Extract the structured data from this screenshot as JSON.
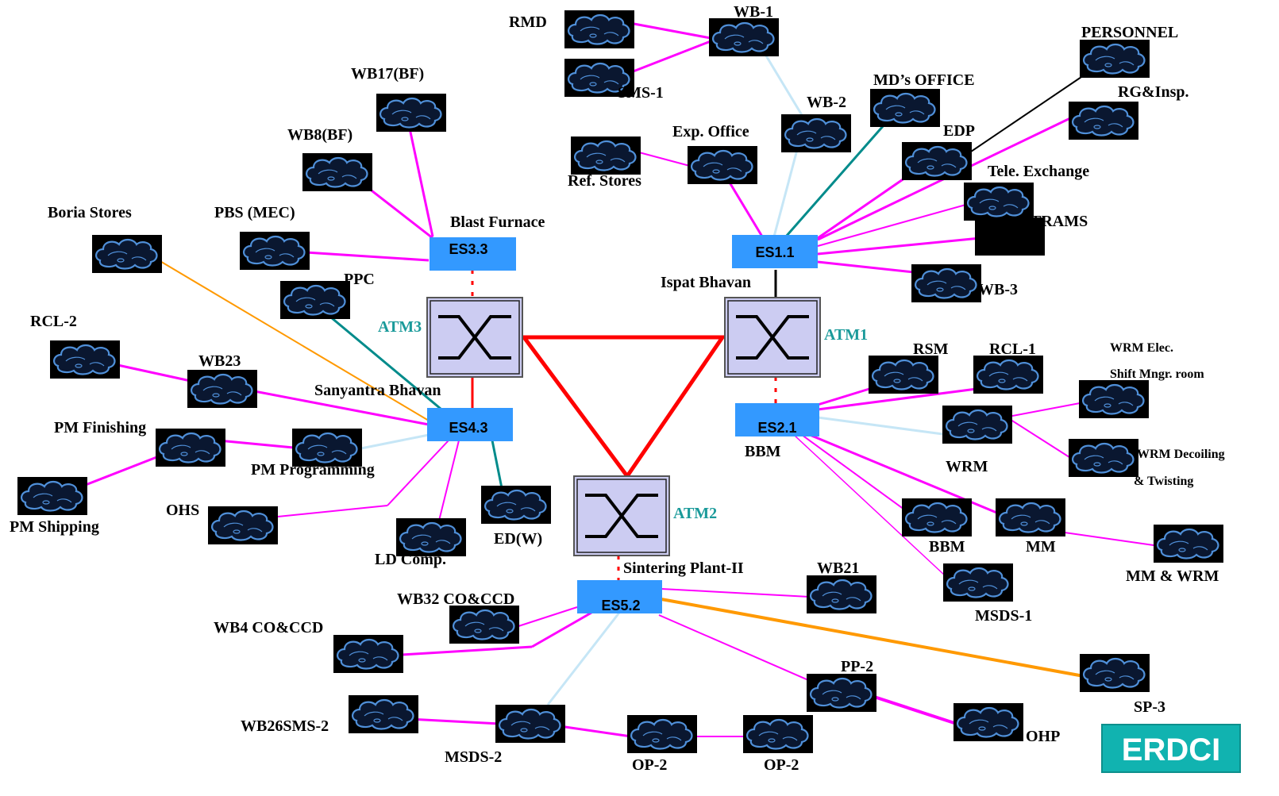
{
  "diagram": {
    "switches": {
      "atm1": "ATM1",
      "atm2": "ATM2",
      "atm3": "ATM3"
    },
    "edge_switches": {
      "es11": "ES1.1",
      "es21": "ES2.1",
      "es33": "ES3.3",
      "es43": "ES4.3",
      "es52": "ES5.2"
    },
    "site_labels": {
      "ispat_bhavan": "Ispat Bhavan",
      "blast_furnace": "Blast Furnace",
      "sanyantra_bhavan": "Sanyantra Bhavan",
      "sintering_plant": "Sintering Plant-II",
      "bbm_es": "BBM"
    },
    "nodes": {
      "rmd": "RMD",
      "wb1": "WB-1",
      "sms1": "SMS-1",
      "wb2": "WB-2",
      "mds_office": "MD’s OFFICE",
      "personnel": "PERSONNEL",
      "rg_insp": "RG&Insp.",
      "edp": "EDP",
      "tele_exchange": "Tele. Exchange",
      "trams": "TRAMS",
      "wb3": "WB-3",
      "exp_office": "Exp. Office",
      "ref_stores": "Ref. Stores",
      "wb17": "WB17(BF)",
      "wb8": "WB8(BF)",
      "pbs": "PBS (MEC)",
      "boria": "Boria Stores",
      "ppc": "PPC",
      "rcl2": "RCL-2",
      "wb23": "WB23",
      "pm_finishing": "PM Finishing",
      "pm_programming": "PM Programming",
      "pm_shipping": "PM Shipping",
      "ohs": "OHS",
      "ld_comp": "LD Comp.",
      "edw": "ED(W)",
      "rsm": "RSM",
      "rcl1": "RCL-1",
      "wrm_elec_1": "WRM Elec.",
      "wrm_elec_2": "Shift Mngr. room",
      "wrm": "WRM",
      "wrm_decoil_1": "WRM Decoiling",
      "wrm_decoil_2": "& Twisting",
      "bbm": "BBM",
      "mm": "MM",
      "mm_wrm": "MM & WRM",
      "msds1": "MSDS-1",
      "wb21": "WB21",
      "wb32": "WB32 CO&CCD",
      "wb4": "WB4 CO&CCD",
      "pp2": "PP-2",
      "sp3": "SP-3",
      "ohp": "OHP",
      "wb26": "WB26SMS-2",
      "msds2": "MSDS-2",
      "op2a": "OP-2",
      "op2b": "OP-2"
    }
  },
  "logo": {
    "text": "ERDCI"
  },
  "colors": {
    "magenta_link": "#ff00ff",
    "red_backbone": "#ff0000",
    "teal_link": "#008b8b",
    "lightblue_link": "#c6e6f6",
    "orange_link": "#ff9900",
    "edge_switch_fill": "#3399ff",
    "atm_fill": "#ccccf2",
    "cloud_fill": "#0a1730",
    "cloud_stroke": "#4f8fd8",
    "logo_fill": "#11b3b0"
  }
}
